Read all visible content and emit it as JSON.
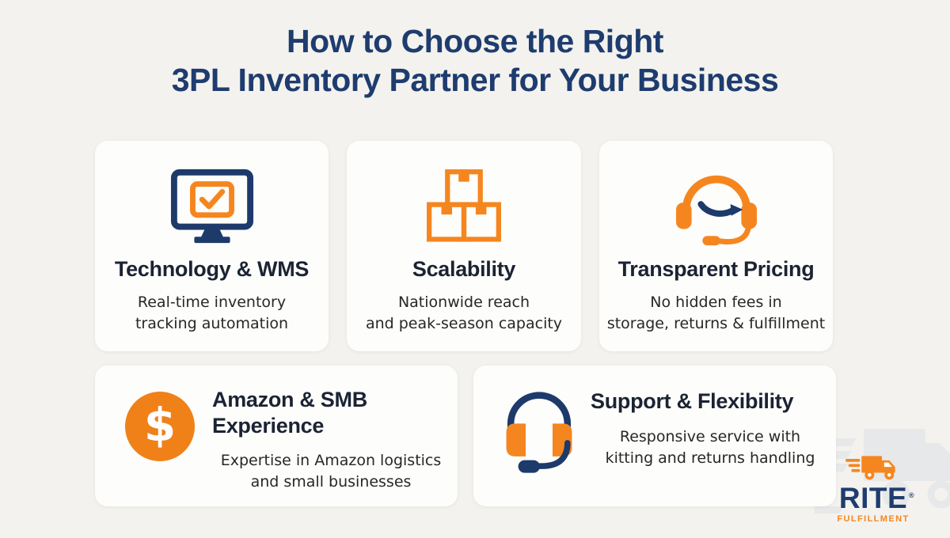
{
  "title": {
    "line1": "How to Choose the Right",
    "line2": "3PL Inventory Partner for Your Business"
  },
  "colors": {
    "background": "#f3f2ee",
    "card_background": "#fdfdfb",
    "heading_navy": "#1e3c6e",
    "card_title_navy": "#1b2333",
    "body_text": "#272727",
    "brand_orange": "#f5861f",
    "icon_navy": "#1d3a6b",
    "watermark_gray": "#e2e4e8"
  },
  "cards": [
    {
      "icon": "monitor-check-icon",
      "title": "Technology & WMS",
      "description_lines": [
        "Real-time inventory",
        "tracking automation"
      ]
    },
    {
      "icon": "stacked-boxes-icon",
      "title": "Scalability",
      "description_lines": [
        "Nationwide reach",
        "and peak-season capacity"
      ]
    },
    {
      "icon": "headset-smile-icon",
      "title": "Transparent Pricing",
      "description_lines": [
        "No hidden fees in",
        "storage, returns & fulfillment"
      ]
    },
    {
      "icon": "dollar-circle-icon",
      "icon_symbol": "$",
      "title_lines": [
        "Amazon & SMB",
        "Experience"
      ],
      "description_lines": [
        "Expertise in Amazon logistics",
        "and small businesses"
      ]
    },
    {
      "icon": "headphones-mic-icon",
      "title": "Support & Flexibility",
      "description_lines": [
        "Responsive service with",
        "kitting and returns handling"
      ]
    }
  ],
  "logo": {
    "brand": "RITE",
    "registered_mark": "®",
    "tagline": "FULFILLMENT"
  }
}
